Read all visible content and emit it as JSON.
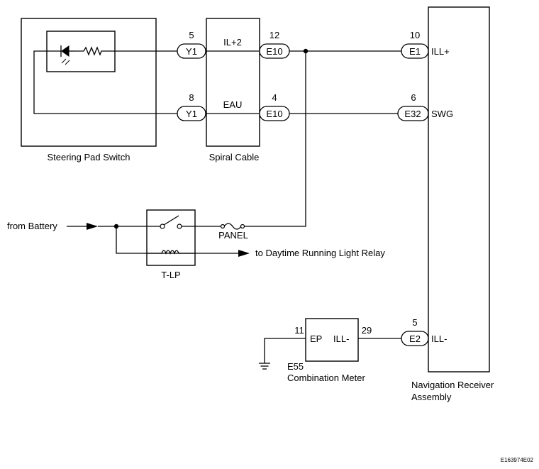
{
  "components": {
    "steering_pad_switch": "Steering Pad Switch",
    "spiral_cable": "Spiral Cable",
    "navigation_receiver": [
      "Navigation Receiver",
      "Assembly"
    ],
    "combination_meter_code": "E55",
    "combination_meter": "Combination Meter",
    "relay": "T-LP",
    "fuse": "PANEL"
  },
  "connectors": {
    "y1_top": {
      "code": "Y1",
      "pin": "5"
    },
    "y1_bottom": {
      "code": "Y1",
      "pin": "8"
    },
    "e10_top": {
      "code": "E10",
      "pin": "12"
    },
    "e10_bottom": {
      "code": "E10",
      "pin": "4"
    },
    "e1": {
      "code": "E1",
      "pin": "10"
    },
    "e32": {
      "code": "E32",
      "pin": "6"
    },
    "e2": {
      "code": "E2",
      "pin": "5"
    }
  },
  "terminals": {
    "spiral_top": "IL+2",
    "spiral_bottom": "EAU",
    "nav_ill_plus": "ILL+",
    "nav_swg": "SWG",
    "nav_ill_minus": "ILL-",
    "meter_ep": "EP",
    "meter_ill_minus": "ILL-",
    "meter_pin_ep": "11",
    "meter_pin_ill": "29"
  },
  "labels": {
    "from_battery": "from Battery",
    "to_drl_relay": "to Daytime Running Light Relay",
    "figure_code": "E163974E02"
  },
  "colors": {
    "line": "#000000",
    "background": "#ffffff"
  }
}
